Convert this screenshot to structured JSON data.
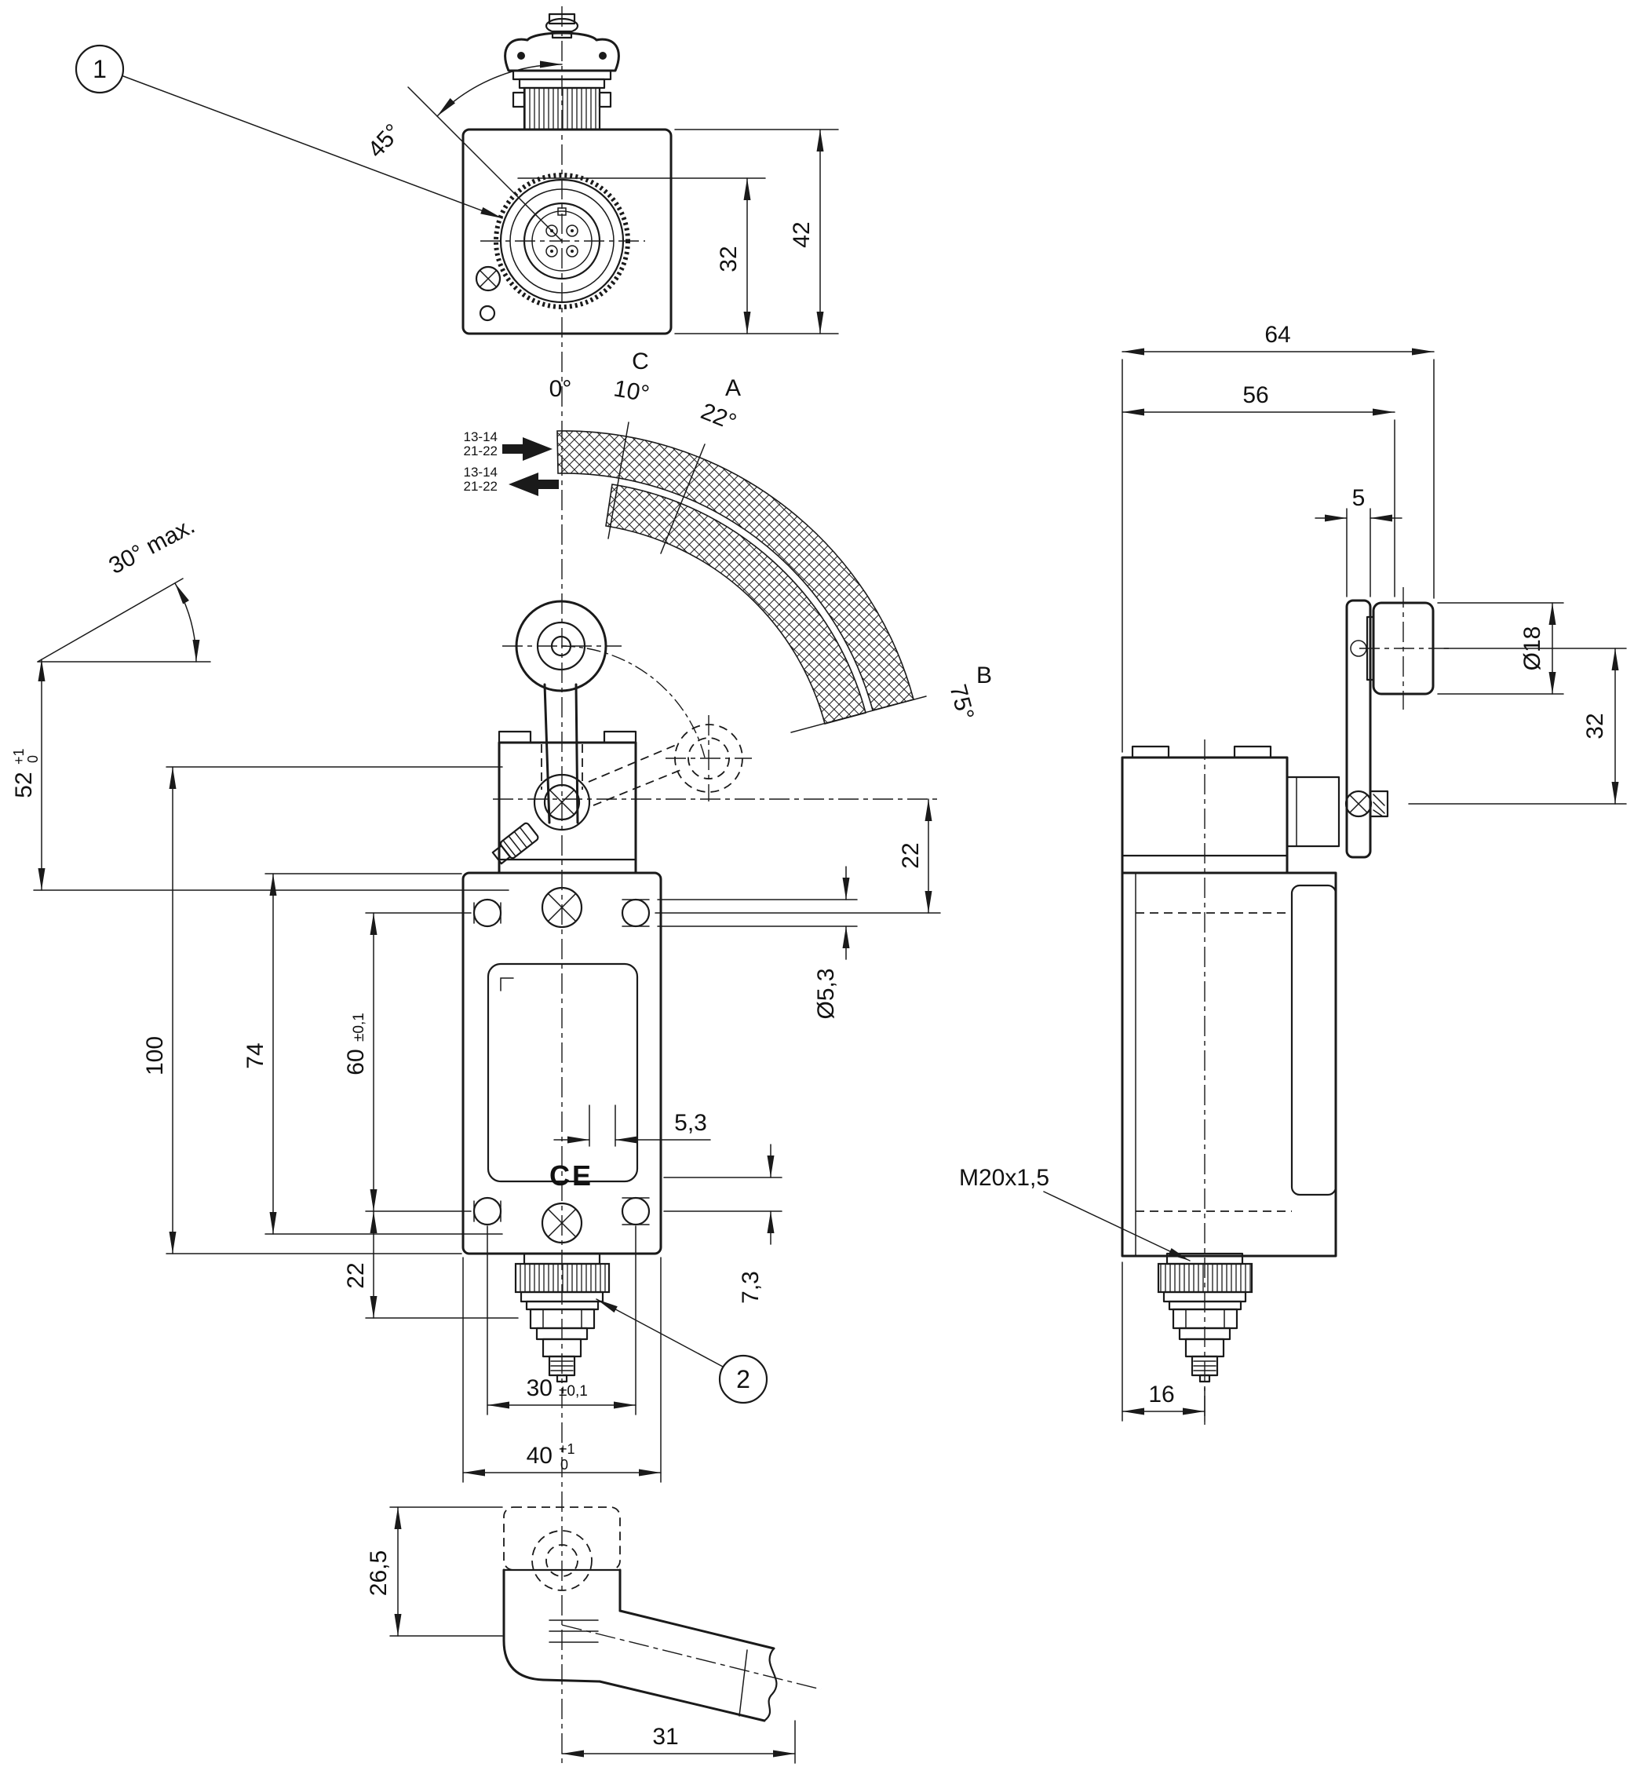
{
  "callouts": {
    "c1": "1",
    "c2": "2"
  },
  "top_view": {
    "t45": "45°",
    "d32": "32",
    "d42": "42"
  },
  "sweep": {
    "c": "C",
    "a": "A",
    "b": "B",
    "a0": "0°",
    "a10": "10°",
    "a22": "22°",
    "a75": "75°",
    "f1": "13-14",
    "f2": "21-22",
    "r1": "13-14",
    "r2": "21-22"
  },
  "front_view": {
    "max30": "30° max.",
    "d52": "52",
    "d52p": "+1",
    "d52z": "0",
    "d100": "100",
    "d74": "74",
    "d60": "60",
    "t60": "±0,1",
    "d22t": "22",
    "d53h": "Ø5,3",
    "d53s": "5,3",
    "d73": "7,3",
    "d22b": "22",
    "d30": "30",
    "t30": "±0,1",
    "d40": "40",
    "d40p": "+1",
    "d40z": "0",
    "ce": "CE"
  },
  "side_view": {
    "d64": "64",
    "d56": "56",
    "d5": "5",
    "d18": "Ø18",
    "d32s": "32",
    "m20": "M20x1,5",
    "d16": "16"
  },
  "bottom_view": {
    "d265": "26,5",
    "d31": "31"
  }
}
